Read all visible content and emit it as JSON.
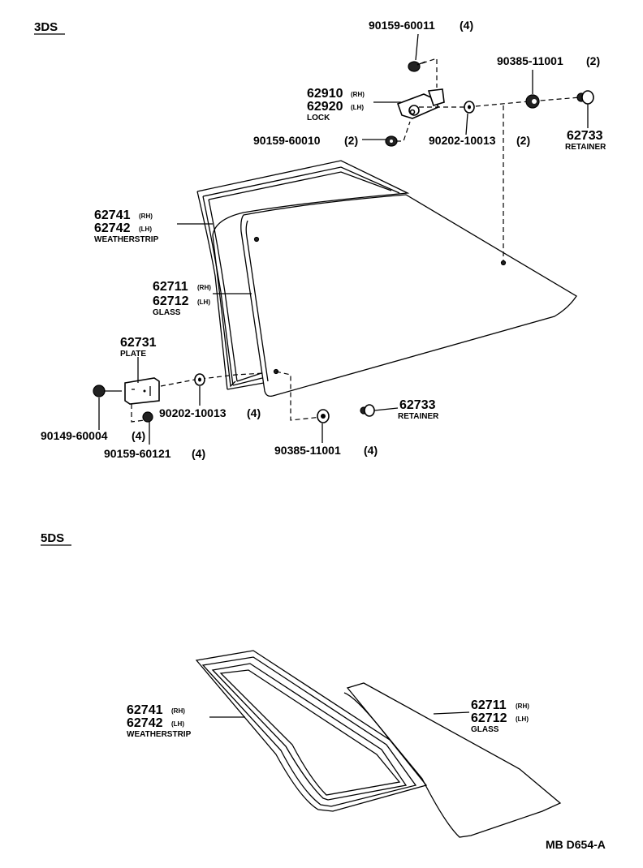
{
  "sections": {
    "upper": "3DS",
    "lower": "5DS"
  },
  "drawing_code": "MB D654-A",
  "parts_3ds": {
    "screw_top": {
      "number": "90159-60011",
      "qty": "(4)"
    },
    "lock": {
      "number_rh": "62910",
      "number_lh": "62920",
      "suffix_rh": "(RH)",
      "suffix_lh": "(LH)",
      "name": "LOCK"
    },
    "screw_lock_lower": {
      "number": "90159-60010",
      "qty": "(2)"
    },
    "washer_lock": {
      "number": "90202-10013",
      "qty": "(2)"
    },
    "cushion_top": {
      "number": "90385-11001",
      "qty": "(2)"
    },
    "retainer_top": {
      "number": "62733",
      "name": "RETAINER"
    },
    "weatherstrip": {
      "number_rh": "62741",
      "number_lh": "62742",
      "suffix_rh": "(RH)",
      "suffix_lh": "(LH)",
      "name": "WEATHERSTRIP"
    },
    "glass": {
      "number_rh": "62711",
      "number_lh": "62712",
      "suffix_rh": "(RH)",
      "suffix_lh": "(LH)",
      "name": "GLASS"
    },
    "plate": {
      "number": "62731",
      "name": "PLATE"
    },
    "washer_plate": {
      "number": "90202-10013",
      "qty": "(4)"
    },
    "screw_plate_left": {
      "number": "90149-60004",
      "qty": "(4)"
    },
    "screw_plate_lower": {
      "number": "90159-60121",
      "qty": "(4)"
    },
    "cushion_bottom": {
      "number": "90385-11001",
      "qty": "(4)"
    },
    "retainer_bottom": {
      "number": "62733",
      "name": "RETAINER"
    }
  },
  "parts_5ds": {
    "weatherstrip": {
      "number_rh": "62741",
      "number_lh": "62742",
      "suffix_rh": "(RH)",
      "suffix_lh": "(LH)",
      "name": "WEATHERSTRIP"
    },
    "glass": {
      "number_rh": "62711",
      "number_lh": "62712",
      "suffix_rh": "(RH)",
      "suffix_lh": "(LH)",
      "name": "GLASS"
    }
  }
}
